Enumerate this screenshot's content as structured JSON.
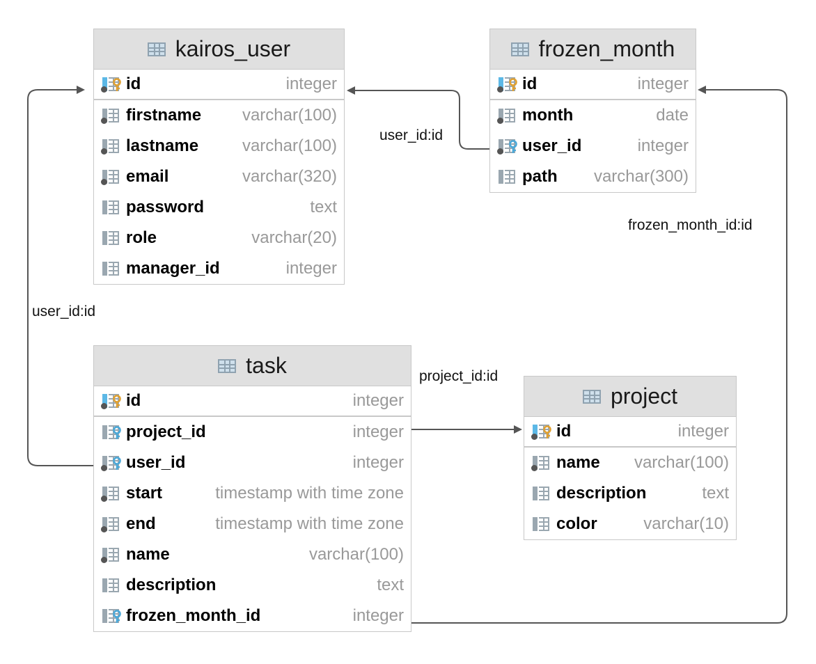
{
  "tables": {
    "kairos_user": {
      "name": "kairos_user",
      "columns": [
        {
          "name": "id",
          "type": "integer",
          "pk": true
        },
        {
          "name": "firstname",
          "type": "varchar(100)"
        },
        {
          "name": "lastname",
          "type": "varchar(100)"
        },
        {
          "name": "email",
          "type": "varchar(320)"
        },
        {
          "name": "password",
          "type": "text"
        },
        {
          "name": "role",
          "type": "varchar(20)"
        },
        {
          "name": "manager_id",
          "type": "integer"
        }
      ]
    },
    "frozen_month": {
      "name": "frozen_month",
      "columns": [
        {
          "name": "id",
          "type": "integer",
          "pk": true
        },
        {
          "name": "month",
          "type": "date"
        },
        {
          "name": "user_id",
          "type": "integer",
          "fk": true
        },
        {
          "name": "path",
          "type": "varchar(300)"
        }
      ]
    },
    "task": {
      "name": "task",
      "columns": [
        {
          "name": "id",
          "type": "integer",
          "pk": true
        },
        {
          "name": "project_id",
          "type": "integer",
          "fk": true
        },
        {
          "name": "user_id",
          "type": "integer",
          "fk": true
        },
        {
          "name": "start",
          "type": "timestamp with time zone"
        },
        {
          "name": "end",
          "type": "timestamp with time zone"
        },
        {
          "name": "name",
          "type": "varchar(100)"
        },
        {
          "name": "description",
          "type": "text"
        },
        {
          "name": "frozen_month_id",
          "type": "integer",
          "fk": true
        }
      ]
    },
    "project": {
      "name": "project",
      "columns": [
        {
          "name": "id",
          "type": "integer",
          "pk": true
        },
        {
          "name": "name",
          "type": "varchar(100)"
        },
        {
          "name": "description",
          "type": "text"
        },
        {
          "name": "color",
          "type": "varchar(10)"
        }
      ]
    }
  },
  "relations": [
    {
      "label": "user_id:id",
      "from": "frozen_month.user_id",
      "to": "kairos_user.id"
    },
    {
      "label": "user_id:id",
      "from": "task.user_id",
      "to": "kairos_user.id"
    },
    {
      "label": "project_id:id",
      "from": "task.project_id",
      "to": "project.id"
    },
    {
      "label": "frozen_month_id:id",
      "from": "task.frozen_month_id",
      "to": "frozen_month.id"
    }
  ],
  "colors": {
    "header_bg": "#e0e0e0",
    "border": "#c8c8c8",
    "type_text": "#999999",
    "pk_key": "#e0a030",
    "fk_key": "#4aa8d8",
    "link_line": "#555555"
  }
}
